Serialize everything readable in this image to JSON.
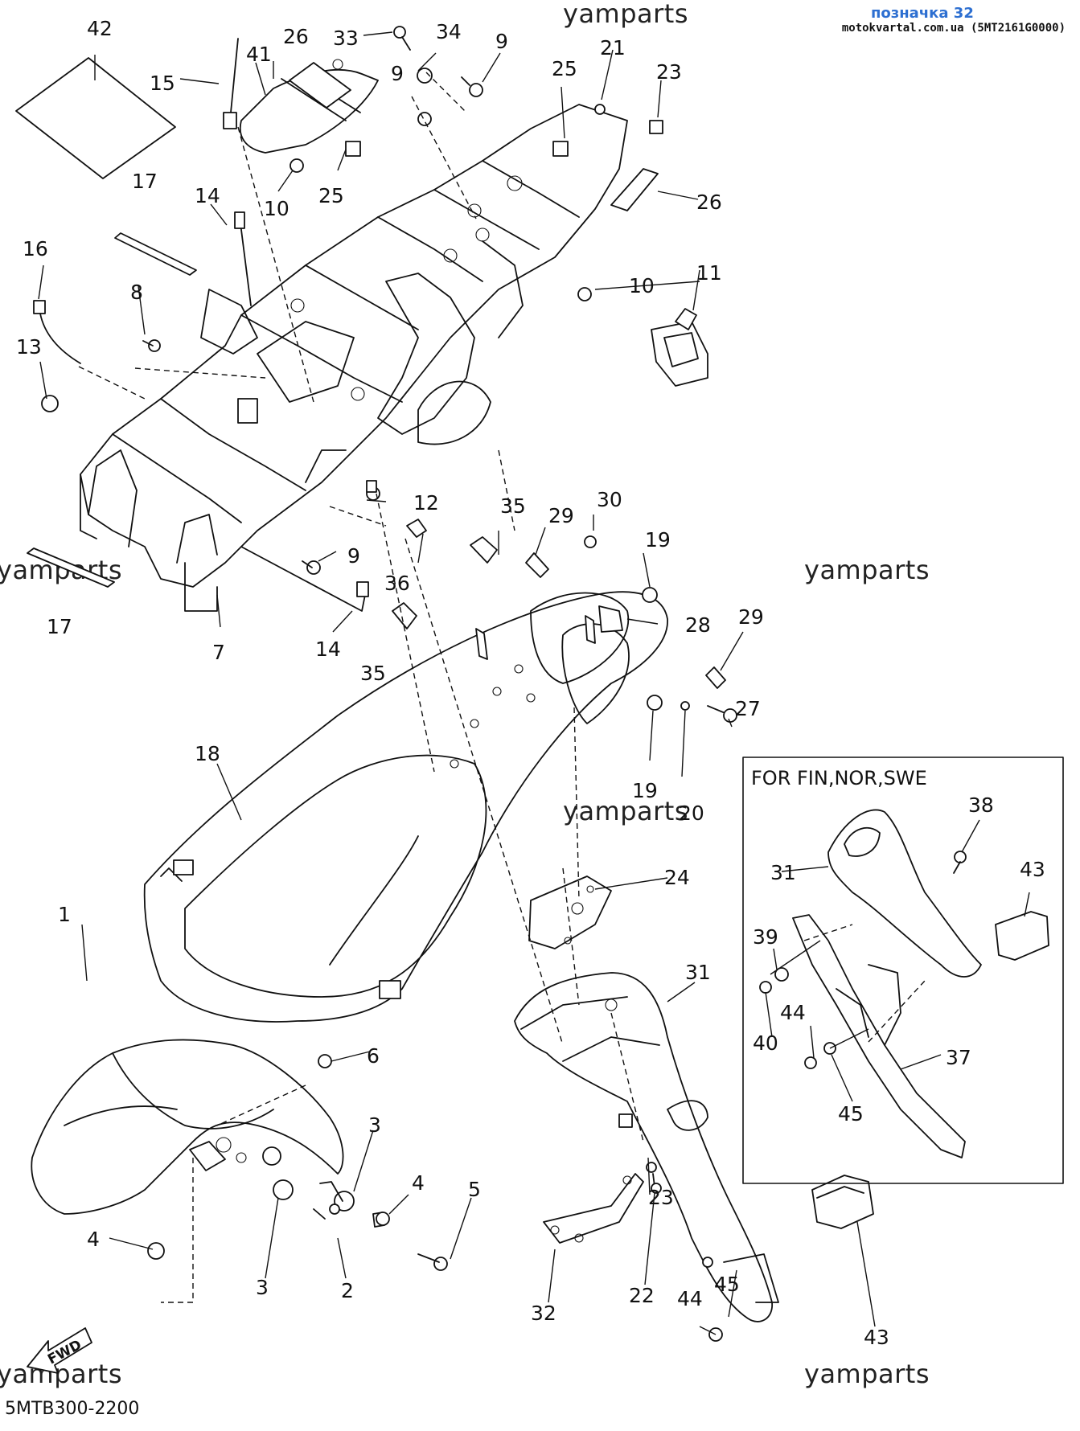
{
  "header": {
    "badge_title": "позначка 32",
    "badge_source": "motokvartal.com.ua (5MT2161G0000)"
  },
  "watermark": "yamparts",
  "diagram_code": "5MTB300-2200",
  "fwd_label": "FWD",
  "inset": {
    "title": "FOR FIN,NOR,SWE"
  },
  "callouts": {
    "c1": "1",
    "c2": "2",
    "c3a": "3",
    "c3b": "3",
    "c4a": "4",
    "c4b": "4",
    "c5": "5",
    "c6": "6",
    "c7": "7",
    "c8": "8",
    "c9a": "9",
    "c9b": "9",
    "c9c": "9",
    "c10a": "10",
    "c10b": "10",
    "c11": "11",
    "c12": "12",
    "c13": "13",
    "c14a": "14",
    "c14b": "14",
    "c15": "15",
    "c16": "16",
    "c17a": "17",
    "c17b": "17",
    "c18": "18",
    "c19a": "19",
    "c19b": "19",
    "c20": "20",
    "c21": "21",
    "c22": "22",
    "c23a": "23",
    "c23b": "23",
    "c24": "24",
    "c25a": "25",
    "c25b": "25",
    "c26a": "26",
    "c26b": "26",
    "c27": "27",
    "c28": "28",
    "c29a": "29",
    "c29b": "29",
    "c30": "30",
    "c31a": "31",
    "c31b": "31",
    "c32": "32",
    "c33": "33",
    "c34": "34",
    "c35a": "35",
    "c35b": "35",
    "c36": "36",
    "c37": "37",
    "c38": "38",
    "c39": "39",
    "c40": "40",
    "c41": "41",
    "c42": "42",
    "c43a": "43",
    "c43b": "43",
    "c44a": "44",
    "c44b": "44",
    "c45a": "45",
    "c45b": "45"
  }
}
